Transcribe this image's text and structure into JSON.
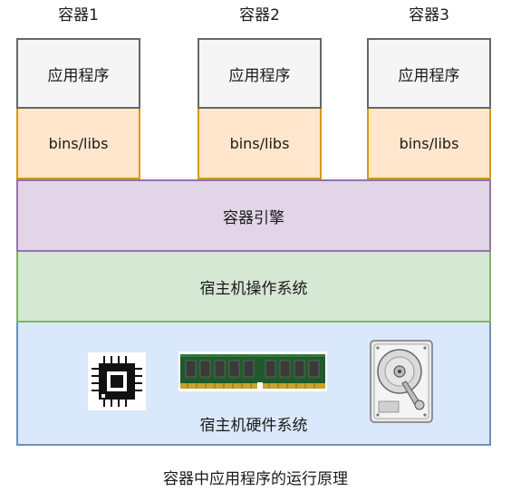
{
  "containers": [
    {
      "title": "容器1",
      "app": "应用程序",
      "libs": "bins/libs"
    },
    {
      "title": "容器2",
      "app": "应用程序",
      "libs": "bins/libs"
    },
    {
      "title": "容器3",
      "app": "应用程序",
      "libs": "bins/libs"
    }
  ],
  "layers": {
    "engine": "容器引擎",
    "host_os": "宿主机操作系统",
    "hardware": "宿主机硬件系统"
  },
  "hardware_icons": [
    "cpu-chip-icon",
    "ram-module-icon",
    "hard-disk-icon"
  ],
  "caption": "容器中应用程序的运行原理",
  "colors": {
    "app_fill": "#f5f5f5",
    "app_border": "#666666",
    "libs_fill": "#ffe6cc",
    "libs_border": "#d79b00",
    "engine_fill": "#e1d5e7",
    "engine_border": "#9673a6",
    "host_os_fill": "#d5e8d4",
    "host_os_border": "#82b366",
    "hardware_fill": "#dae8fc",
    "hardware_border": "#6c8ebf"
  }
}
